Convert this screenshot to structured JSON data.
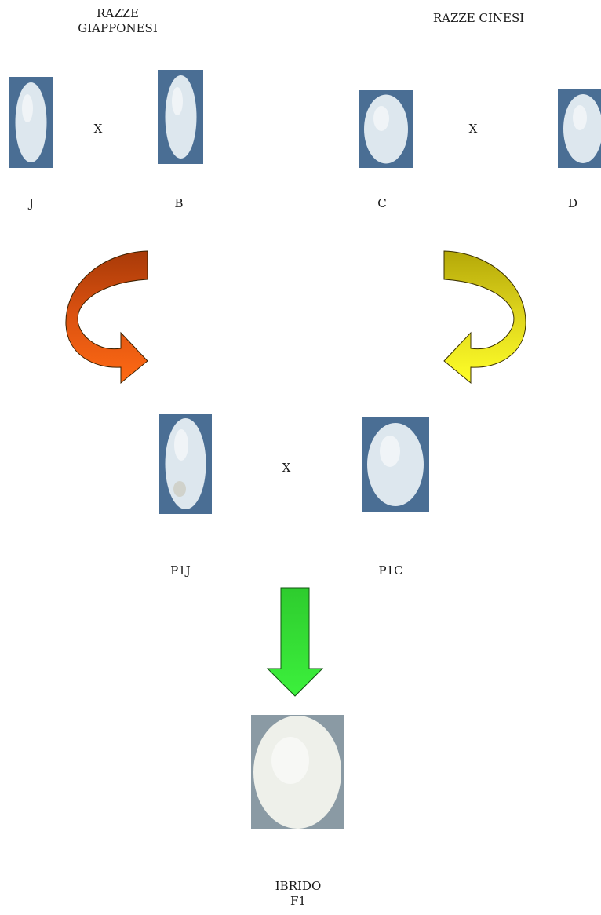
{
  "headers": {
    "japanese": "RAZZE\nGIAPPONESI",
    "chinese": "RAZZE CINESI"
  },
  "parents": {
    "j": "J",
    "b": "B",
    "c": "C",
    "d": "D"
  },
  "cross_symbol": "X",
  "generation1": {
    "left": "P1J",
    "right": "P1C"
  },
  "result": "IBRIDO\nF1",
  "colors": {
    "cocoon_bg": "#4a6e94",
    "cocoon_fill": "#dde7ee",
    "hybrid_bg": "#8a9aa4",
    "hybrid_fill": "#eef0ea",
    "arrow_left": "#f06010",
    "arrow_right": "#f4ee20",
    "arrow_down": "#33e633"
  },
  "icons": [
    "curved-arrow-left-icon",
    "curved-arrow-right-icon",
    "down-arrow-icon"
  ]
}
